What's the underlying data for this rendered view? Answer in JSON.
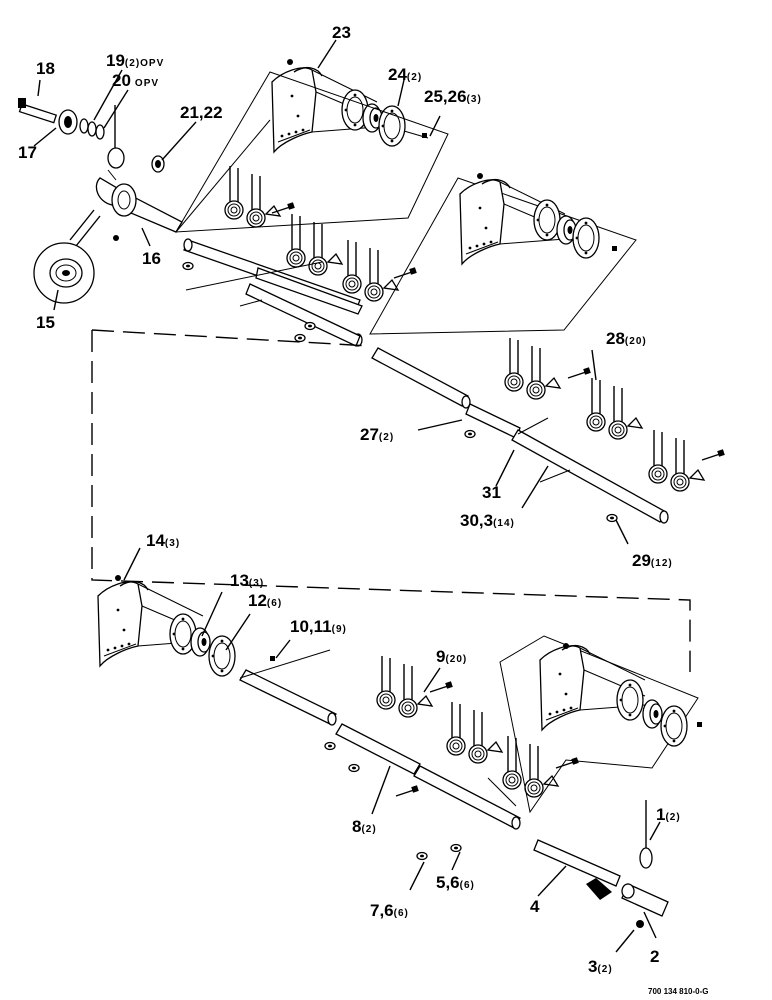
{
  "diagram": {
    "drawing_number": "700 134 810-0-G",
    "callouts": {
      "c1": {
        "num": "1",
        "qty": "(2)",
        "note": ""
      },
      "c2": {
        "num": "2",
        "qty": "",
        "note": ""
      },
      "c3": {
        "num": "3",
        "qty": "(2)",
        "note": ""
      },
      "c4": {
        "num": "4",
        "qty": "",
        "note": ""
      },
      "c56": {
        "num": "5,6",
        "qty": "(6)",
        "note": ""
      },
      "c76": {
        "num": "7,6",
        "qty": "(6)",
        "note": ""
      },
      "c8": {
        "num": "8",
        "qty": "(2)",
        "note": ""
      },
      "c9": {
        "num": "9",
        "qty": "(20)",
        "note": ""
      },
      "c1011": {
        "num": "10,11",
        "qty": "(9)",
        "note": ""
      },
      "c12": {
        "num": "12",
        "qty": "(6)",
        "note": ""
      },
      "c13": {
        "num": "13",
        "qty": "(3)",
        "note": ""
      },
      "c14": {
        "num": "14",
        "qty": "(3)",
        "note": ""
      },
      "c15": {
        "num": "15",
        "qty": "",
        "note": ""
      },
      "c16": {
        "num": "16",
        "qty": "",
        "note": ""
      },
      "c17": {
        "num": "17",
        "qty": "",
        "note": ""
      },
      "c18": {
        "num": "18",
        "qty": "",
        "note": ""
      },
      "c19": {
        "num": "19",
        "qty": "(2)",
        "note": "OPV"
      },
      "c20": {
        "num": "20",
        "qty": "",
        "note": "OPV"
      },
      "c2122": {
        "num": "21,22",
        "qty": "",
        "note": ""
      },
      "c23": {
        "num": "23",
        "qty": "",
        "note": ""
      },
      "c24": {
        "num": "24",
        "qty": "(2)",
        "note": ""
      },
      "c2526": {
        "num": "25,26",
        "qty": "(3)",
        "note": ""
      },
      "c27": {
        "num": "27",
        "qty": "(2)",
        "note": ""
      },
      "c28": {
        "num": "28",
        "qty": "(20)",
        "note": ""
      },
      "c29": {
        "num": "29",
        "qty": "(12)",
        "note": ""
      },
      "c303": {
        "num": "30,3",
        "qty": "(14)",
        "note": ""
      },
      "c31": {
        "num": "31",
        "qty": "",
        "note": ""
      }
    }
  }
}
